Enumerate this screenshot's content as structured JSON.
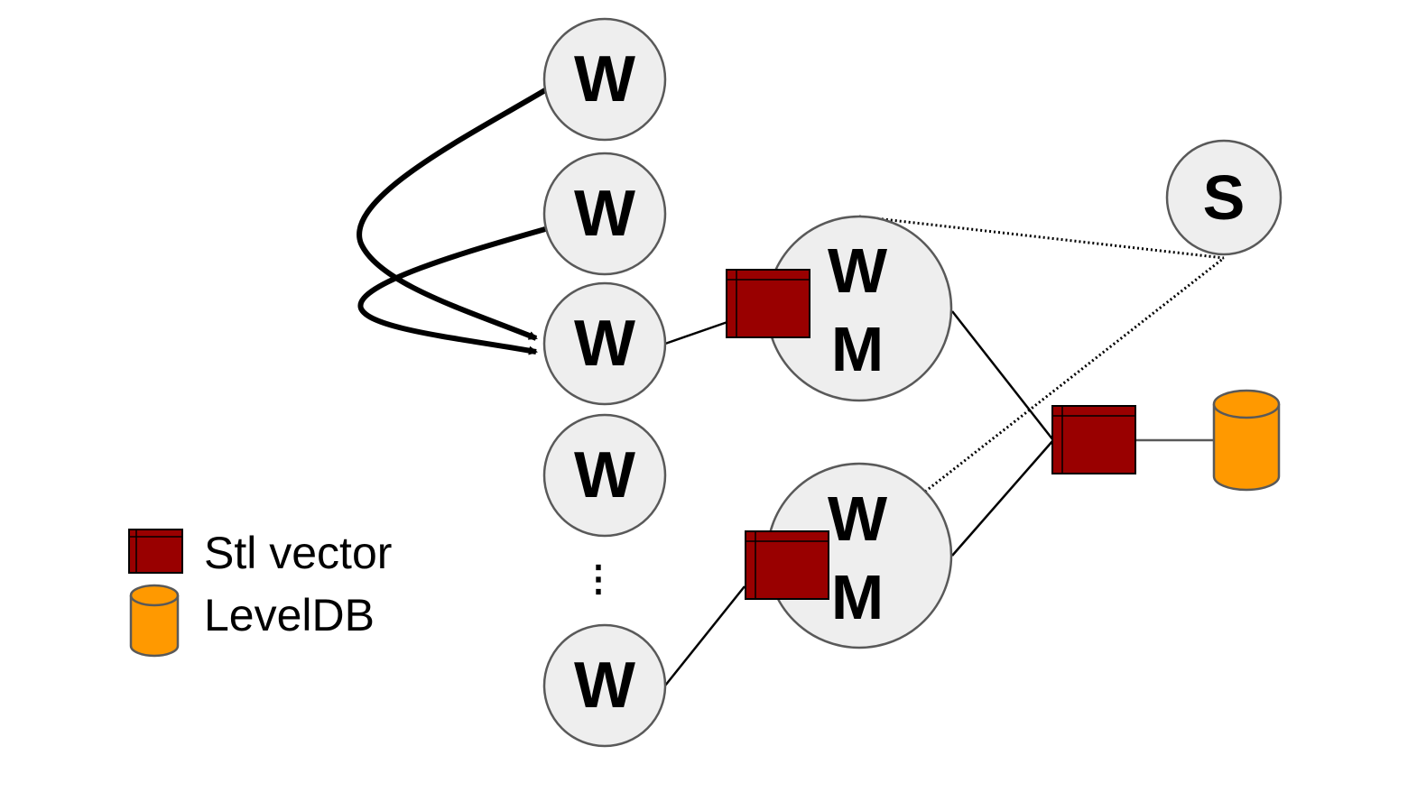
{
  "nodes": {
    "worker_1": {
      "label": "W"
    },
    "worker_2": {
      "label": "W"
    },
    "worker_3": {
      "label": "W"
    },
    "worker_4": {
      "label": "W"
    },
    "worker_ellipsis": {
      "label": "⋮"
    },
    "worker_last": {
      "label": "W"
    },
    "worker_master_top": {
      "label_top": "W",
      "label_bottom": "M"
    },
    "worker_master_bottom": {
      "label_top": "W",
      "label_bottom": "M"
    },
    "server": {
      "label": "S"
    }
  },
  "legend": {
    "stl_vector": {
      "label": "Stl vector",
      "icon": "stl-vector-icon"
    },
    "leveldb": {
      "label": "LevelDB",
      "icon": "leveldb-icon"
    }
  },
  "colors": {
    "stl_vector": "#990000",
    "leveldb": "#ff9900",
    "node_fill": "#eeeeee",
    "node_stroke": "#595959"
  }
}
